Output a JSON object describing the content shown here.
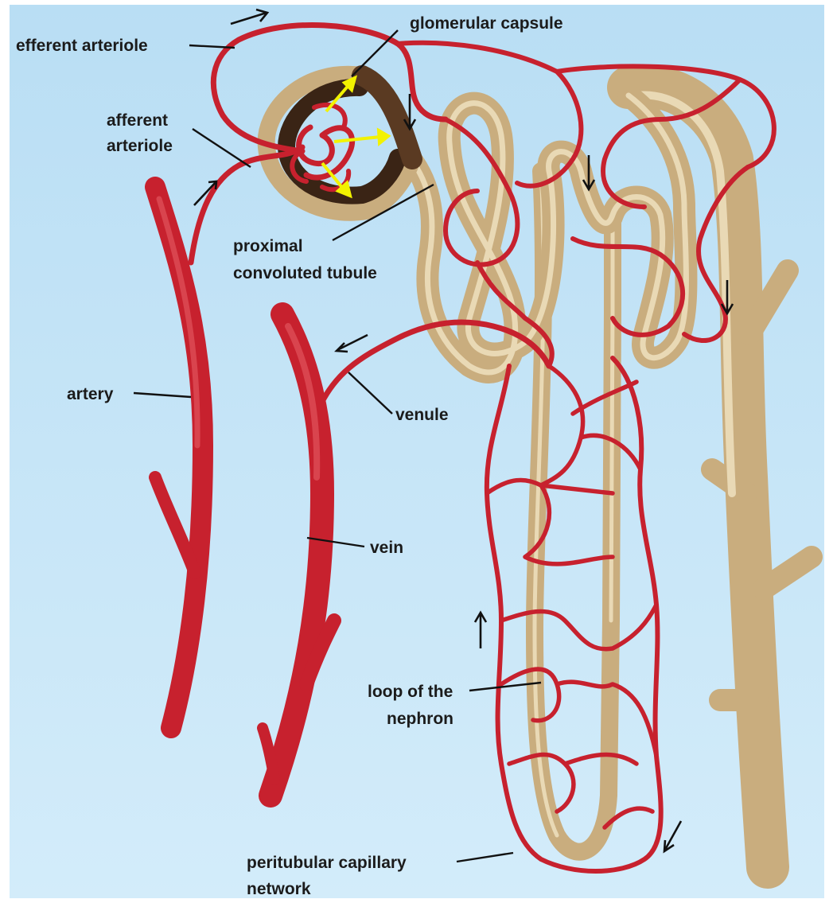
{
  "diagram": {
    "background": "#bfe2f6",
    "colors": {
      "vessel": "#c7212e",
      "tubule": "#c9ad7e",
      "flow_arrow": "#111111",
      "filtration_arrow": "#f2f200"
    },
    "labels": {
      "efferent_arteriole": "efferent arteriole",
      "glomerular_capsule": "glomerular capsule",
      "afferent_arteriole_1": "afferent",
      "afferent_arteriole_2": "arteriole",
      "proximal_1": "proximal",
      "proximal_2": "convoluted tubule",
      "artery": "artery",
      "venule": "venule",
      "vein": "vein",
      "loop_1": "loop of the",
      "loop_2": "nephron",
      "peritubular_1": "peritubular capillary",
      "peritubular_2": "network"
    }
  }
}
